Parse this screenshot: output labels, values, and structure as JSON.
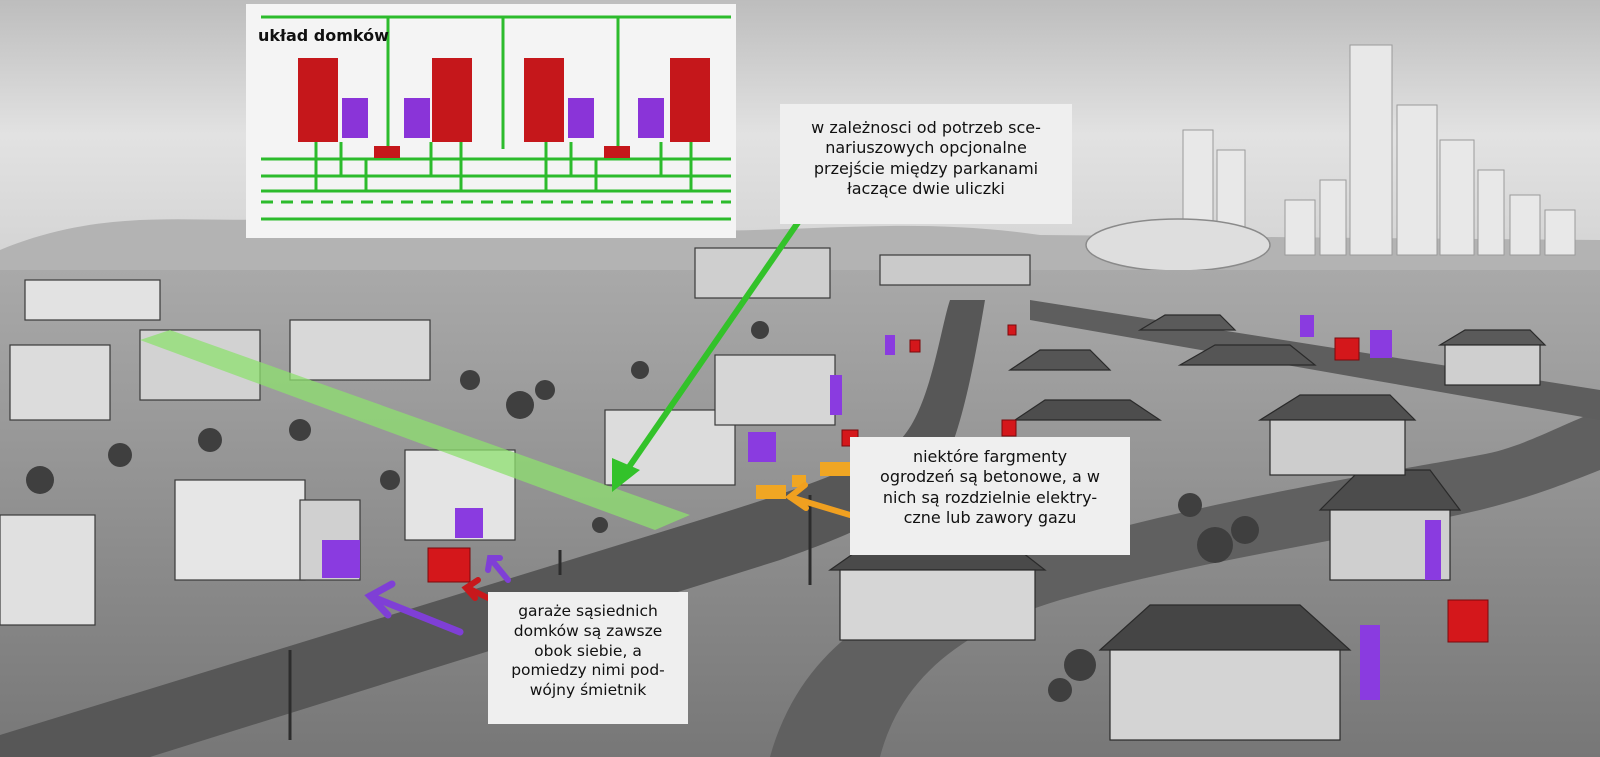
{
  "layout_diagram": {
    "title": "układ domków",
    "colors": {
      "house": "#c5171b",
      "garage": "#8a34d8",
      "paths": "#2cbb2c",
      "bin": "#c5171b"
    }
  },
  "annotations": {
    "passage": {
      "lines": [
        "w zależnosci od potrzeb sce-",
        "nariuszowych opcjonalne",
        "przejście między parkanami",
        "łaczące dwie uliczki"
      ],
      "arrow_color": "#33c22a"
    },
    "fences": {
      "lines": [
        "niektóre fargmenty",
        "ogrodzeń są betonowe, a w",
        "nich są rozdzielnie elektry-",
        "czne lub zawory gazu"
      ],
      "arrow_color": "#f0a020"
    },
    "garages": {
      "lines": [
        "garaże sąsiednich",
        "domków są zawsze",
        "obok siebie, a",
        "pomiedzy nimi pod-",
        "wójny śmietnik"
      ],
      "arrow_colors": {
        "garage": "#7f3fd6",
        "bin": "#c8181c"
      }
    }
  },
  "scene_colors": {
    "sky": "#d9d9d9",
    "highlight_path": "#8ee06f",
    "garage_marker": "#8a3be0",
    "bin_marker": "#d4171b",
    "fence_marker": "#f0a623"
  }
}
